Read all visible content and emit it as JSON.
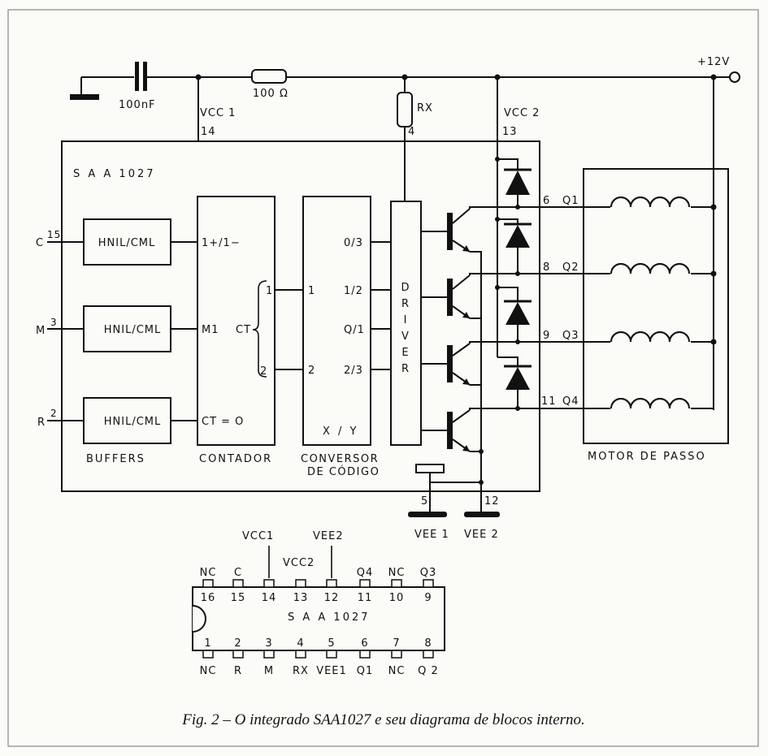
{
  "supply": {
    "plus12v": "+12V",
    "cap": "100nF",
    "resistor": "100 Ω",
    "rx": "RX",
    "vcc1": "VCC 1",
    "vcc2": "VCC 2",
    "pin14": "14",
    "pin4": "4",
    "pin13": "13"
  },
  "chip": {
    "title": "S A A 1027",
    "buffers_label": "BUFFERS",
    "contador_label": "CONTADOR",
    "conversor_label1": "CONVERSOR",
    "conversor_label2": "DE CÓDIGO",
    "xy": "X / Y",
    "driver": [
      "D",
      "R",
      "I",
      "V",
      "E",
      "R"
    ],
    "buffers": [
      "HNIL/CML",
      "HNIL/CML",
      "HNIL/CML"
    ],
    "inputs": [
      {
        "name": "C",
        "pin": "15"
      },
      {
        "name": "M",
        "pin": "3"
      },
      {
        "name": "R",
        "pin": "2"
      }
    ],
    "counter_labels": [
      "1+/1−",
      "M1",
      "CT = O"
    ],
    "ct": "CT",
    "ct_out": [
      "1",
      "2"
    ],
    "conv_in": [
      "1",
      "2"
    ],
    "conv_out": [
      "0/3",
      "1/2",
      "Q/1",
      "2/3"
    ],
    "outputs": [
      {
        "pin": "6",
        "name": "Q1"
      },
      {
        "pin": "8",
        "name": "Q2"
      },
      {
        "pin": "9",
        "name": "Q3"
      },
      {
        "pin": "11",
        "name": "Q4"
      }
    ],
    "vee1_pin": "5",
    "vee2_pin": "12",
    "vee1": "VEE 1",
    "vee2": "VEE 2"
  },
  "motor": {
    "label": "MOTOR  DE  PASSO"
  },
  "pinout": {
    "title": "S  A  A  1027",
    "top_pins": [
      "16",
      "15",
      "14",
      "13",
      "12",
      "11",
      "10",
      "9"
    ],
    "top_names": [
      "NC",
      "C",
      "",
      "",
      "",
      "Q4",
      "NC",
      "Q3"
    ],
    "bottom_pins": [
      "1",
      "2",
      "3",
      "4",
      "5",
      "6",
      "7",
      "8"
    ],
    "bottom_names": [
      "NC",
      "R",
      "M",
      "RX",
      "VEE1",
      "Q1",
      "NC",
      "Q 2"
    ],
    "callout_vcc1": "VCC1",
    "callout_vcc2": "VCC2",
    "callout_vee2": "VEE2"
  },
  "caption": "Fig. 2 – O integrado SAA1027 e seu diagrama de blocos interno."
}
